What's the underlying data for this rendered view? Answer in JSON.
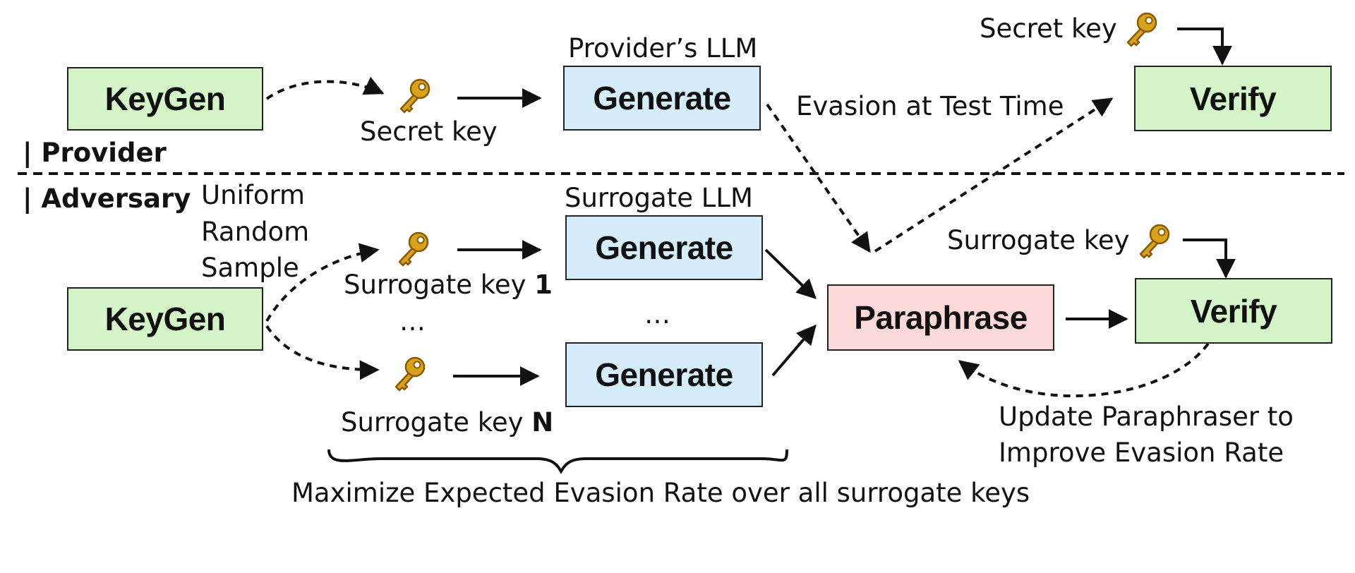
{
  "provider": {
    "role_label": "| Provider",
    "keygen": "KeyGen",
    "secret_key_label": "Secret key",
    "llm_label": "Provider’s LLM",
    "generate": "Generate",
    "verify": "Verify",
    "verify_key_label": "Secret key",
    "evasion_label": "Evasion at Test Time"
  },
  "adversary": {
    "role_label": "| Adversary",
    "sampling_label": [
      "Uniform",
      "Random",
      "Sample"
    ],
    "keygen": "KeyGen",
    "surrogate_llm_label": "Surrogate LLM",
    "surrogate_key_1_prefix": "Surrogate key ",
    "surrogate_key_1_index": "1",
    "surrogate_key_n_prefix": "Surrogate key ",
    "surrogate_key_n_index": "N",
    "key_ellipsis": "…",
    "generate_ellipsis": "…",
    "generate_1": "Generate",
    "generate_n": "Generate",
    "paraphrase": "Paraphrase",
    "verify": "Verify",
    "verify_key_label": "Surrogate key",
    "update_label": [
      "Update Paraphraser to",
      "Improve Evasion Rate"
    ],
    "objective_label": "Maximize Expected Evasion Rate over all surrogate keys"
  },
  "colors": {
    "keygen_verify_fill": "#d4f5c7",
    "generate_fill": "#d5ecfb",
    "paraphrase_fill": "#fbd9d9",
    "key_gold": "#d9a21b"
  },
  "icons": [
    "key-icon"
  ]
}
